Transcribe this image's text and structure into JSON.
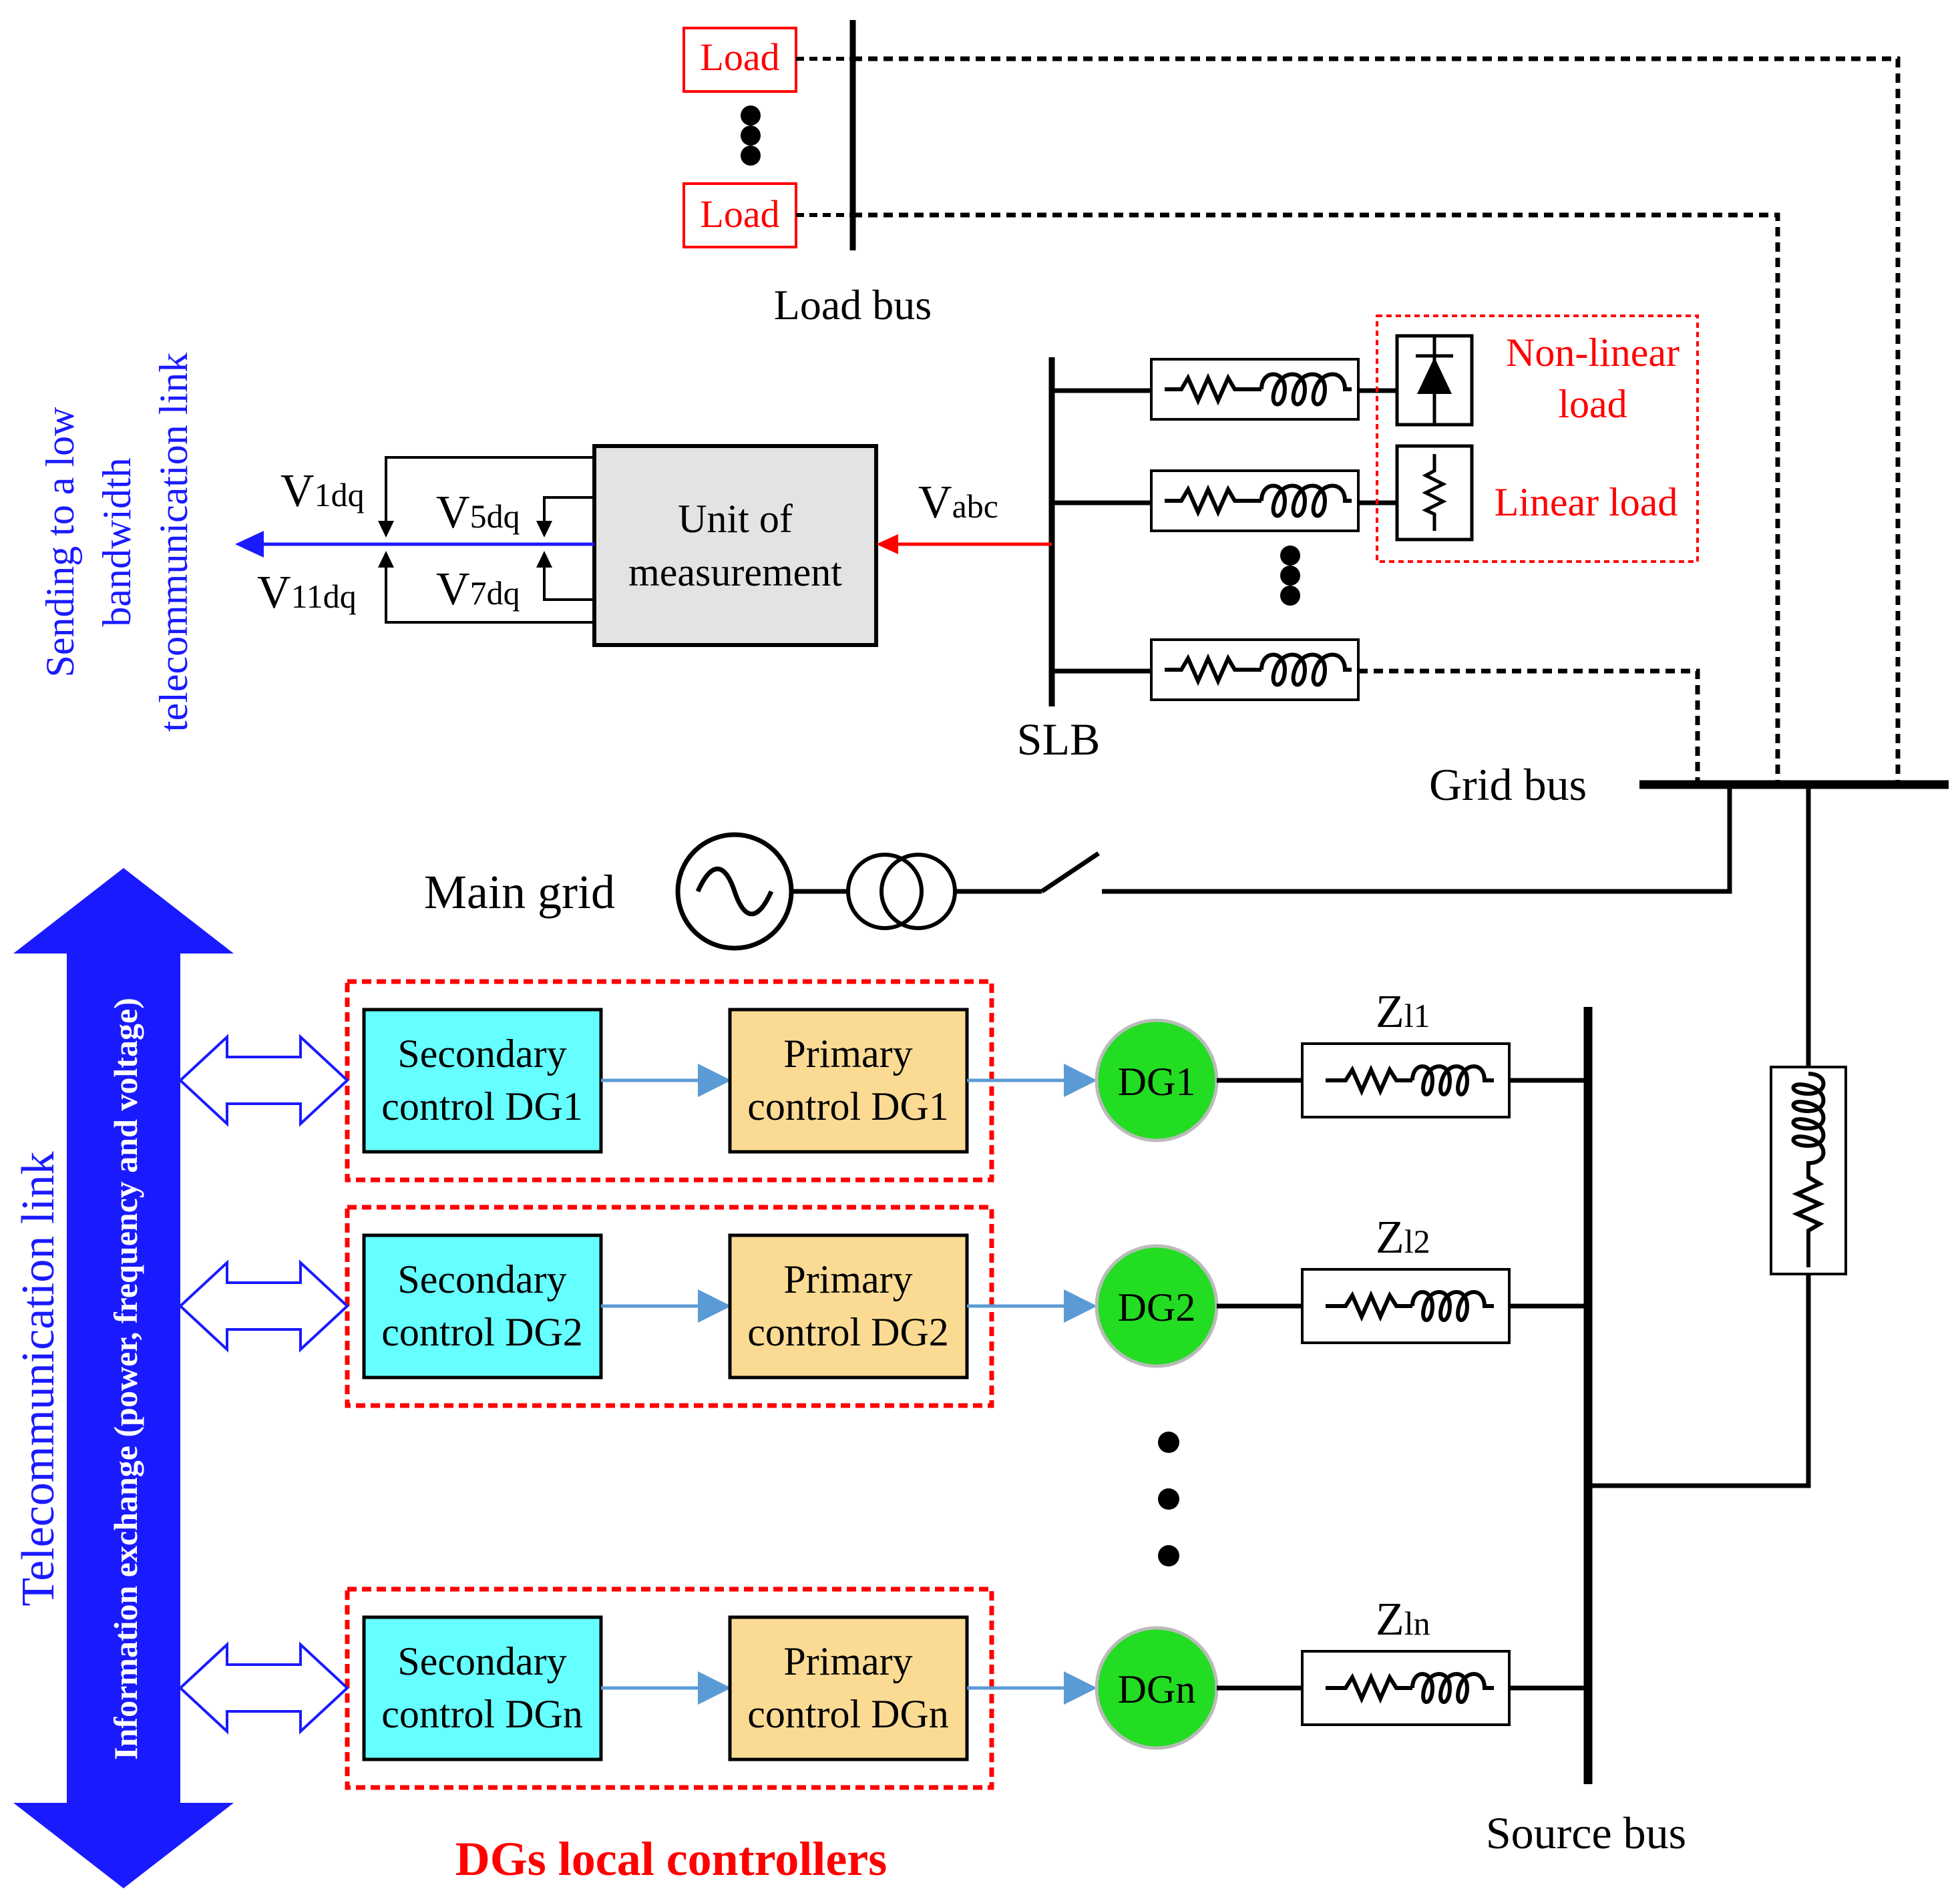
{
  "load_bus": {
    "load_top": "Load",
    "load_bottom": "Load",
    "bus_label": "Load bus"
  },
  "slb": {
    "bus_label": "SLB",
    "nonlinear_load": [
      "Non-linear",
      "load"
    ],
    "linear_load": "Linear load"
  },
  "measurement": {
    "unit_label": [
      "Unit of",
      "measurement"
    ],
    "vabc": {
      "main": "V",
      "sub": "abc"
    },
    "v1dq": {
      "main": "V",
      "sub": "1dq"
    },
    "v5dq": {
      "main": "V",
      "sub": "5dq"
    },
    "v7dq": {
      "main": "V",
      "sub": "7dq"
    },
    "v11dq": {
      "main": "V",
      "sub": "11dq"
    },
    "sending": [
      "Sending to a low",
      "bandwidth",
      "telecommunication link"
    ]
  },
  "grid": {
    "grid_bus_label": "Grid bus",
    "main_grid_label": "Main grid"
  },
  "telecom": {
    "link_label": "Telecommunication link",
    "info_exchange": "Information exchange (power, frequency and voltage)"
  },
  "dg_controllers": [
    {
      "secondary": [
        "Secondary",
        "control DG1"
      ],
      "primary": [
        "Primary",
        "control DG1"
      ],
      "dg": "DG1",
      "z": {
        "main": "Z",
        "sub": "l1"
      }
    },
    {
      "secondary": [
        "Secondary",
        "control DG2"
      ],
      "primary": [
        "Primary",
        "control DG2"
      ],
      "dg": "DG2",
      "z": {
        "main": "Z",
        "sub": "l2"
      }
    },
    {
      "secondary": [
        "Secondary",
        "control DGn"
      ],
      "primary": [
        "Primary",
        "control DGn"
      ],
      "dg": "DGn",
      "z": {
        "main": "Z",
        "sub": "ln"
      }
    }
  ],
  "local_controllers_label": "DGs local controllers",
  "source_bus_label": "Source bus",
  "colors": {
    "red": "#ff0000",
    "blue": "#1a1aff",
    "cyan": "#66ffff",
    "tan": "#fbdb93",
    "green": "#22dd22",
    "gray": "#e3e3e3",
    "link_arrow": "#5b9bd5"
  },
  "icons": [
    "ac-source-icon",
    "transformer-icon",
    "switch-icon",
    "diode-icon",
    "resistor-icon",
    "inductor-icon"
  ]
}
